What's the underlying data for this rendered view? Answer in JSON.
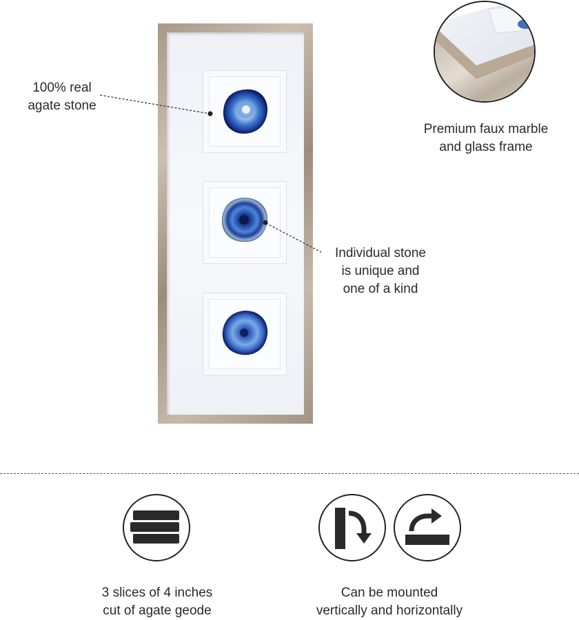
{
  "callouts": {
    "real_agate": [
      "100% real",
      "agate stone"
    ],
    "frame": [
      "Premium faux marble",
      "and glass frame"
    ],
    "unique": [
      "Individual stone",
      "is unique and",
      "one of a kind"
    ]
  },
  "features": {
    "slices": [
      "3 slices of 4 inches",
      "cut of agate geode"
    ],
    "mount": [
      "Can be mounted",
      "vertically and horizontally"
    ]
  },
  "icons": {
    "slices": "stacked-slices-icon",
    "vertical": "rotate-vertical-icon",
    "horizontal": "rotate-horizontal-icon"
  },
  "colors": {
    "frame": "#b0a193",
    "agate": "#2b5fb8",
    "agate_dark": "#0c1f6b",
    "icon": "#222222"
  }
}
